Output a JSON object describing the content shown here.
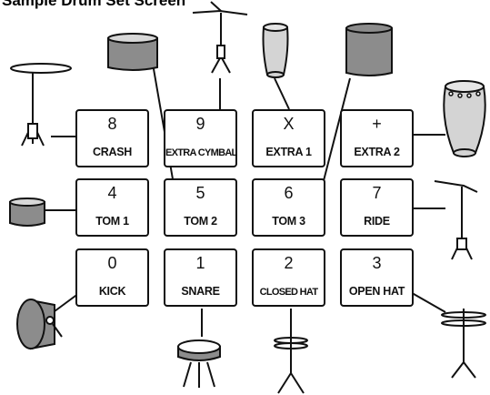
{
  "heading_partial": "Sample Drum Set Screen",
  "pads": [
    {
      "key": "8",
      "label": "CRASH"
    },
    {
      "key": "9",
      "label": "EXTRA CYMBAL"
    },
    {
      "key": "X",
      "label": "EXTRA 1"
    },
    {
      "key": "+",
      "label": "EXTRA 2"
    },
    {
      "key": "4",
      "label": "TOM 1"
    },
    {
      "key": "5",
      "label": "TOM 2"
    },
    {
      "key": "6",
      "label": "TOM 3"
    },
    {
      "key": "7",
      "label": "RIDE"
    },
    {
      "key": "0",
      "label": "KICK"
    },
    {
      "key": "1",
      "label": "SNARE"
    },
    {
      "key": "2",
      "label": "CLOSED HAT"
    },
    {
      "key": "3",
      "label": "OPEN HAT"
    }
  ],
  "instrument_icons": [
    "crash-cymbal-icon",
    "drum-icon",
    "extra-cymbal-icon",
    "conga-icon",
    "drum-icon",
    "conga-icon",
    "drum-icon",
    "ride-cymbal-icon",
    "kick-drum-icon",
    "snare-drum-icon",
    "closed-hihat-icon",
    "open-hihat-icon"
  ],
  "colors": {
    "line": "#111111",
    "drum_fill": "#8c8c8c",
    "conga_fill": "#d4d4d4"
  }
}
